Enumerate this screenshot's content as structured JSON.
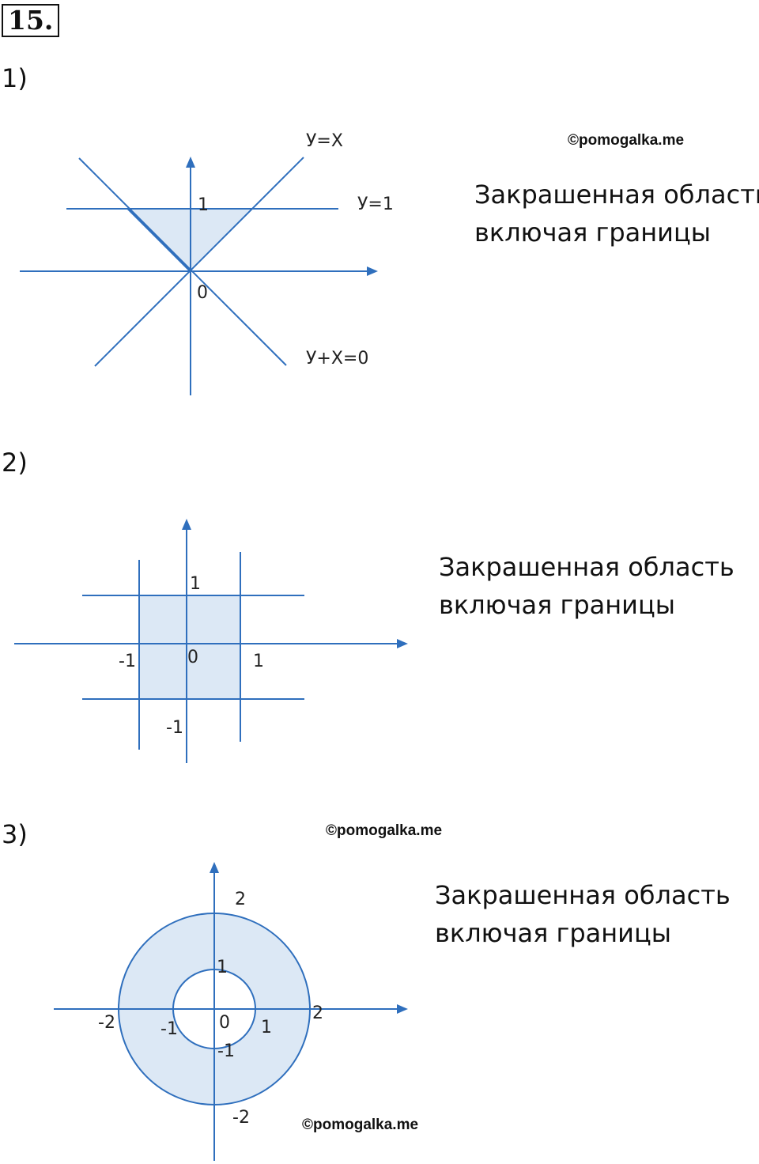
{
  "task_number": "15.",
  "watermark": "©pomogalka.me",
  "colors": {
    "line": "#2f6fbd",
    "fill": "#dce8f5",
    "arrow": "#2f6fbd"
  },
  "parts": [
    {
      "label": "1)",
      "caption": [
        "Закрашенная область",
        "включая границы"
      ],
      "line_labels": {
        "y_eq_x": "У=Х",
        "y_eq_1": "У=1",
        "y_plus_x": "У+Х=0"
      },
      "tick_labels": {
        "one": "1",
        "origin": "0"
      }
    },
    {
      "label": "2)",
      "caption": [
        "Закрашенная область",
        "включая границы"
      ],
      "tick_labels": {
        "y_pos": "1",
        "origin": "0",
        "x_neg": "-1",
        "x_pos": "1",
        "y_neg": "-1"
      }
    },
    {
      "label": "3)",
      "caption": [
        "Закрашенная область",
        "включая границы"
      ],
      "tick_labels": {
        "y2": "2",
        "y1": "1",
        "x_neg2": "-2",
        "x_neg1": "-1",
        "origin": "0",
        "x1": "1",
        "x2": "2",
        "y_neg1": "-1",
        "y_neg2": "-2"
      }
    }
  ]
}
